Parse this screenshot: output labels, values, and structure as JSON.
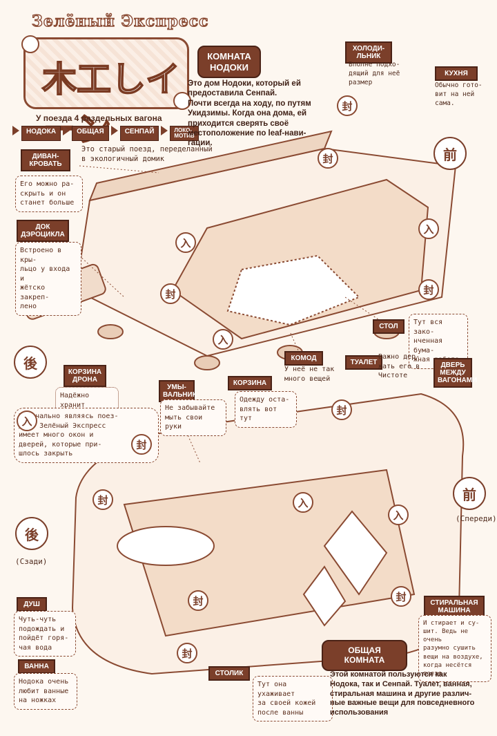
{
  "header": {
    "brand": "Зелёный Экспресс",
    "logo_text": "木工しイ－ン",
    "train_note": "У поезда 4 раздельных вагона",
    "cars": [
      "НОДОКА",
      "ОБЩАЯ",
      "СЕНПАЙ",
      "ЛОКО-\nМОТИВ"
    ]
  },
  "nodoka_room": {
    "title": "КОМНАТА\nНОДОКИ",
    "description": "Это дом Нодоки, который ей\nпредоставила Сенпай.\nПочти всегда на ходу, по путям\nУкидзимы. Когда она дома, ей\nприходится сверять своё\nместоположение по leaf-нави-\nгации.",
    "subtitle": "Это старый поезд, переделанный\nв экологичный домик"
  },
  "labels": {
    "fridge": {
      "tag": "ХОЛОДИ-\nЛЬНИК",
      "text": "Вполне подхо-\nдящий для неё\nразмер"
    },
    "kitchen": {
      "tag": "КУХНЯ",
      "text": "Обычно гото-\nвит на ней\nсама."
    },
    "sofa": {
      "tag": "ДИВАН-\nКРОВАТЬ",
      "text": "Его можно ра-\nскрыть и он\nстанет больше"
    },
    "drone_dock": {
      "tag": "ДОК\nДЭРОЦИКЛА",
      "text": "Встроено в кры-\nльцо у входа и\nжётско закреп-\nлено"
    },
    "desk": {
      "tag": "СТОЛ",
      "text": "Тут вся зако-\nнченная бума-\nжная работа"
    },
    "dresser": {
      "tag": "КОМОД",
      "text": "У неё не так\nмного вещей"
    },
    "toilet": {
      "tag": "ТУАЛЕТ",
      "text": "Важно дер-\nжать его в\nЧистоте"
    },
    "door": {
      "tag": "ДВЕРЬ\nМЕЖДУ\nВАГОНАМИ"
    },
    "drone_basket": {
      "tag": "КОРЗИНА\nДРОНА",
      "text": "Надёжно хранит"
    },
    "sink": {
      "tag": "УМЫ-\nВАЛЬНИК",
      "text": "Не забывайте\nмыть свои руки"
    },
    "basket": {
      "tag": "КОРЗИНА",
      "text": "Одежду оста-\nвлять вот тут"
    },
    "windows": {
      "text": "Изначально являясь поез-\nдом. Зелёный Экспресс\nимеет много окон и\nдверей, которые при-\nшлось закрыть"
    },
    "shower": {
      "tag": "ДУШ",
      "text": "Чуть-чуть\nподождать и\nпойдёт горя-\nчая вода"
    },
    "bath": {
      "tag": "ВАННА",
      "text": "Нодока очень\nлюбит ванные\nна ножках"
    },
    "table": {
      "tag": "СТОЛИК",
      "text": "Тут она ухаживает\nза своей кожей\nпосле ванны"
    },
    "washer": {
      "tag": "СТИРАЛЬНАЯ\nМАШИНА",
      "text": "И стирает и су-\nшит. Ведь не очень\nразумно сушить\nвещи на воздухе,\nкогда несётся\nпоезд"
    }
  },
  "directions": {
    "front": "(Спереди)",
    "back": "(Сзади)"
  },
  "stamps": {
    "front": "前",
    "back": "後",
    "enter": "入",
    "seal": "封"
  },
  "common_room": {
    "title": "ОБЩАЯ КОМНАТА",
    "description": "Этой комнатой пользуются как\nНодока, так и Сенпай. Туалет, ванная,\nстиральная машина и другие различ-\nные важные вещи для повседневного\nиспользования"
  },
  "colors": {
    "ink": "#7b3f2a",
    "paper": "#fdf7f0",
    "tag_bg": "#7b3f2a"
  }
}
